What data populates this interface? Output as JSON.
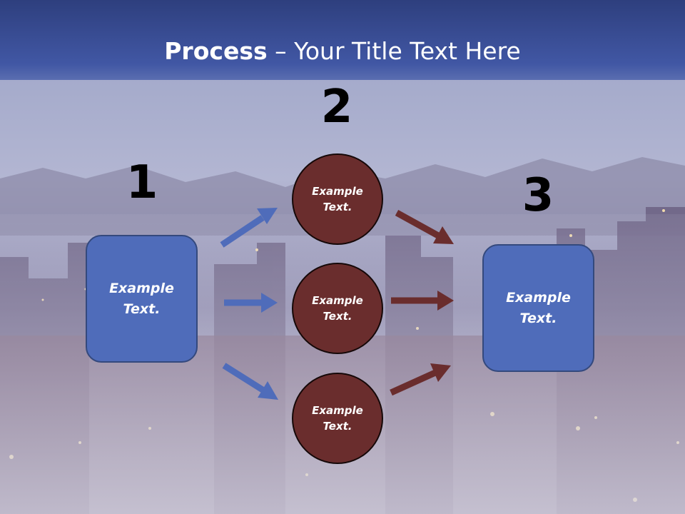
{
  "slide": {
    "title_bold": "Process",
    "title_rest": " – Your Title Text Here"
  },
  "steps": [
    {
      "number": "1",
      "label": "Example Text."
    },
    {
      "number": "2"
    },
    {
      "number": "3",
      "label": "Example Text."
    }
  ],
  "circles": [
    {
      "label": "Example Text."
    },
    {
      "label": "Example Text."
    },
    {
      "label": "Example Text."
    }
  ],
  "colors": {
    "box_fill": "#4f6cba",
    "circle_fill": "#6a2d2d",
    "arrow_blue": "#4f6cba",
    "arrow_red": "#6a2d2d",
    "header": "#3a4f9a"
  }
}
